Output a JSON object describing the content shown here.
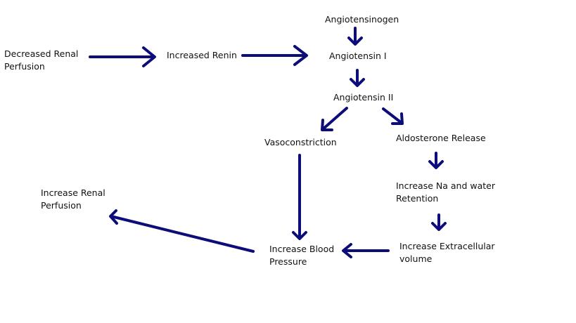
{
  "nodes": {
    "decreased_renal_perfusion": {
      "line1": "Decreased Renal",
      "line2": "Perfusion"
    },
    "increased_renin": {
      "line1": "Increased Renin"
    },
    "angiotensinogen": {
      "line1": "Angiotensinogen"
    },
    "angiotensin_1": {
      "line1": "Angiotensin I"
    },
    "angiotensin_2": {
      "line1": "Angiotensin II"
    },
    "vasoconstriction": {
      "line1": "Vasoconstriction"
    },
    "aldosterone_release": {
      "line1": "Aldosterone Release"
    },
    "increase_na_water": {
      "line1": "Increase Na and water",
      "line2": "Retention"
    },
    "increase_extracellular": {
      "line1": "Increase Extracellular",
      "line2": "volume"
    },
    "increase_blood_pressure": {
      "line1": "Increase Blood",
      "line2": "Pressure"
    },
    "increase_renal_perfusion": {
      "line1": "Increase Renal",
      "line2": "Perfusion"
    }
  },
  "edges": [
    {
      "from": "decreased_renal_perfusion",
      "to": "increased_renin"
    },
    {
      "from": "increased_renin",
      "to": "angiotensin_1"
    },
    {
      "from": "angiotensinogen",
      "to": "angiotensin_1"
    },
    {
      "from": "angiotensin_1",
      "to": "angiotensin_2"
    },
    {
      "from": "angiotensin_2",
      "to": "vasoconstriction"
    },
    {
      "from": "angiotensin_2",
      "to": "aldosterone_release"
    },
    {
      "from": "aldosterone_release",
      "to": "increase_na_water"
    },
    {
      "from": "increase_na_water",
      "to": "increase_extracellular"
    },
    {
      "from": "increase_extracellular",
      "to": "increase_blood_pressure"
    },
    {
      "from": "vasoconstriction",
      "to": "increase_blood_pressure"
    },
    {
      "from": "increase_blood_pressure",
      "to": "increase_renal_perfusion"
    }
  ],
  "colors": {
    "arrow": "#0d0d7a",
    "text": "#111111",
    "background": "#ffffff"
  }
}
